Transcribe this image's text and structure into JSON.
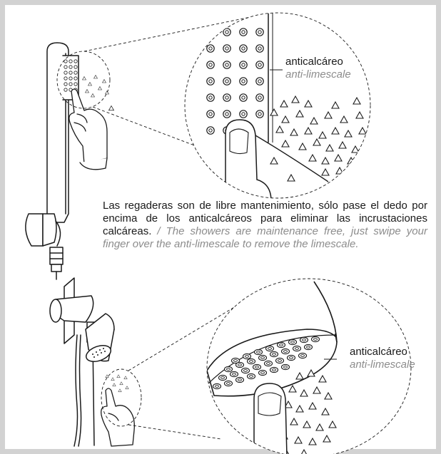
{
  "callout_top": {
    "label_es": "anticalcáreo",
    "label_en": "anti-limescale"
  },
  "callout_bottom": {
    "label_es": "anticalcáreo",
    "label_en": "anti-limescale"
  },
  "description": {
    "text_es": "Las regaderas son de libre mantenimiento, sólo pase el dedo por encima de los anticalcáreos para eliminar las incrustaciones calcáreas.",
    "separator": " / ",
    "text_en": "The showers are maintenance free, just swipe your finger over the anti-limescale to remove the limescale."
  },
  "colors": {
    "frame_border": "#d2d2d2",
    "line_art": "#1a1a1a",
    "english_text": "#8c8c8c"
  }
}
